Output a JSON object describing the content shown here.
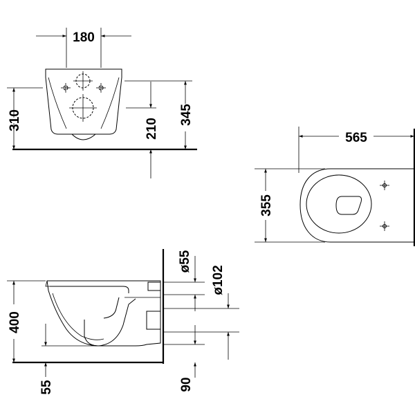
{
  "front_view": {
    "width_label": "180",
    "height_a_label": "310",
    "height_b_label": "210",
    "height_c_label": "345"
  },
  "top_view": {
    "length_label": "565",
    "width_label": "355"
  },
  "side_view": {
    "height_label": "400",
    "pipe_small_label": "ø55",
    "pipe_large_label": "ø102",
    "bottom_offset_label": "55",
    "outlet_label": "90"
  }
}
